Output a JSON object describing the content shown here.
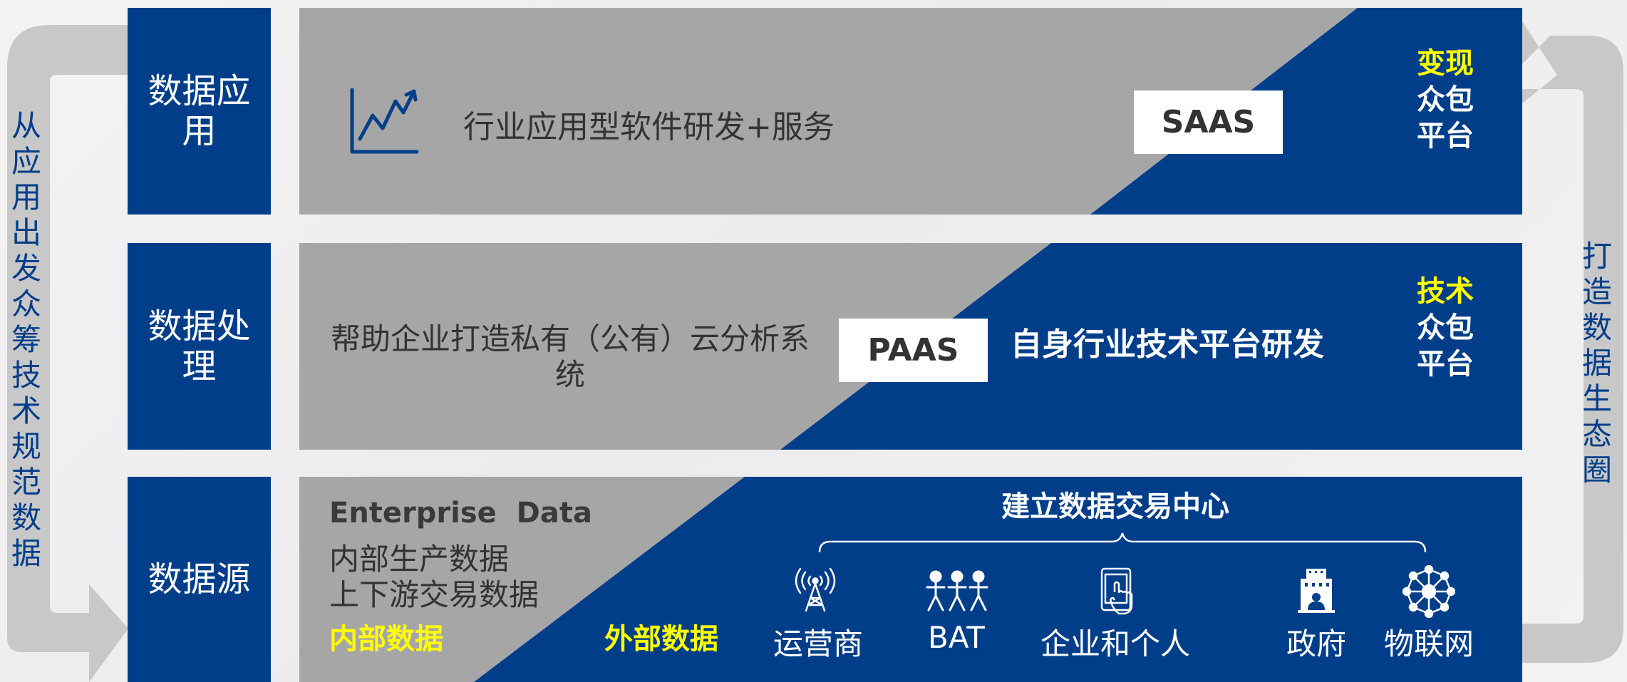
{
  "left_loop_text": "从应用出发 众筹技术 规范数据",
  "right_loop_text": "打造数据生态圈",
  "rows": [
    {
      "label": "数据应用",
      "left_text": "行业应用型软件研发+服务",
      "box": "SAAS",
      "side_tag": [
        "变现",
        "众包",
        "平台"
      ]
    },
    {
      "label": "数据处理",
      "left_text": "帮助企业打造私有（公有）云分析系统",
      "box": "PAAS",
      "right_text": "自身行业技术平台研发",
      "side_tag": [
        "技术",
        "众包",
        "平台"
      ]
    },
    {
      "label": "数据源",
      "enterprise_title": "Enterprise  Data",
      "enterprise_lines": [
        "内部生产数据",
        "上下游交易数据"
      ],
      "internal_label": "内部数据",
      "external_label": "外部数据",
      "center_title": "建立数据交易中心",
      "sources": [
        {
          "icon": "radio-tower-icon",
          "label": "运营商"
        },
        {
          "icon": "people-group-icon",
          "label": "BAT"
        },
        {
          "icon": "tablet-touch-icon",
          "label": "企业和个人"
        },
        {
          "icon": "government-building-icon",
          "label": "政府"
        },
        {
          "icon": "network-hub-icon",
          "label": "物联网"
        }
      ]
    }
  ],
  "colors": {
    "navy": "#003e8a",
    "grey_panel": "#a6a6a6",
    "yellow": "#ffff00",
    "loop_arrow": "#c8c8c8"
  }
}
